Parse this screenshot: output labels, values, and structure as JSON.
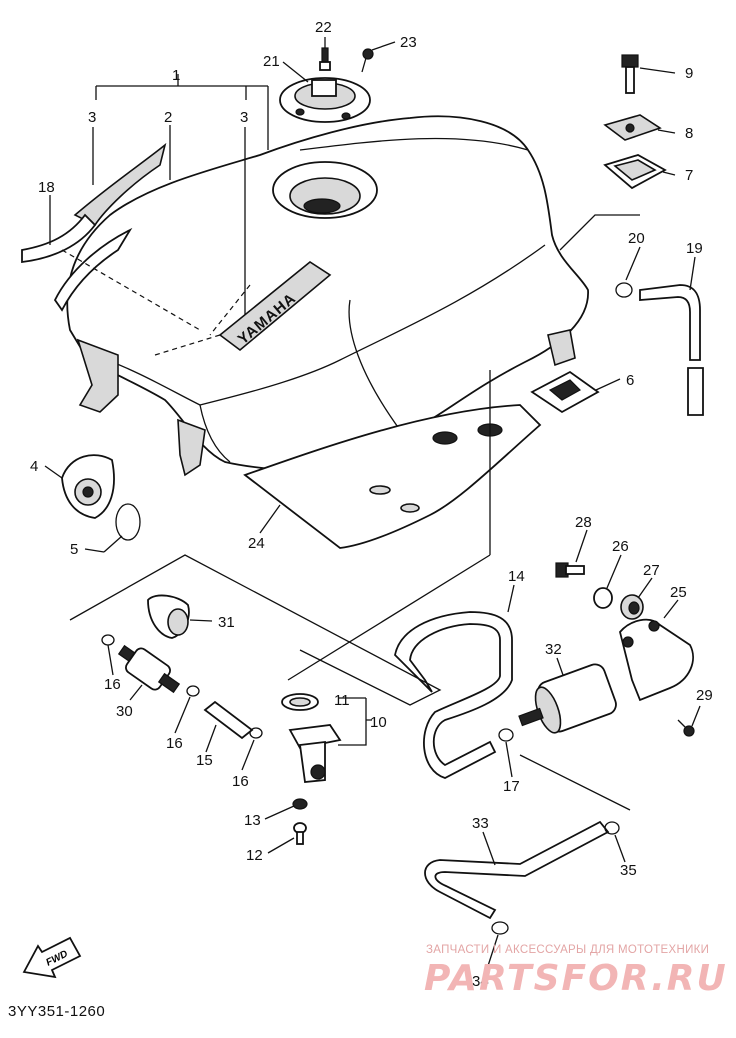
{
  "labels": {
    "l1": "1",
    "l2": "2",
    "l3a": "3",
    "l3b": "3",
    "l4": "4",
    "l5": "5",
    "l6": "6",
    "l7": "7",
    "l8": "8",
    "l9": "9",
    "l10": "10",
    "l11": "11",
    "l12": "12",
    "l13": "13",
    "l14": "14",
    "l15": "15",
    "l16a": "16",
    "l16b": "16",
    "l16c": "16",
    "l17": "17",
    "l18": "18",
    "l19": "19",
    "l20": "20",
    "l21": "21",
    "l22": "22",
    "l23": "23",
    "l24": "24",
    "l25": "25",
    "l26": "26",
    "l27": "27",
    "l28": "28",
    "l29": "29",
    "l30": "30",
    "l31": "31",
    "l32": "32",
    "l33": "33",
    "l34": "34",
    "l35": "35"
  },
  "tank_emblem": "YAMAHA",
  "fwd_arrow": "FWD",
  "diagram_code": "3YY351-1260",
  "watermark": {
    "tagline": "ЗАПЧАСТИ И АКСЕССУАРЫ ДЛЯ МОТОТЕХНИКИ",
    "logo": "PARTSFOR.RU"
  }
}
